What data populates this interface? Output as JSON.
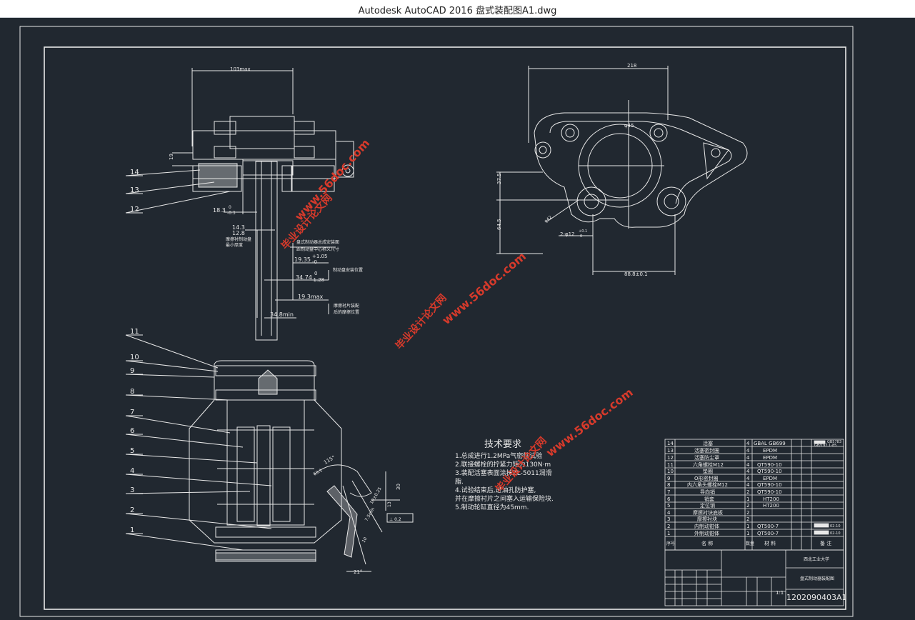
{
  "window": {
    "title": "Autodesk AutoCAD 2016     盘式装配图A1.dwg"
  },
  "dims": {
    "d103": "103max",
    "d19": "19",
    "d183": "18.3",
    "d183tol": "0",
    "d183tol2": "-0.3",
    "d143": "14.3",
    "d128": "12.8",
    "note_wear1": "摩擦衬制动盘",
    "note_wear2": "最小厚度",
    "note_center1": "盘式制动器总成安装面",
    "note_center2": "距制动盘中心称义尺寸",
    "d1935": "19.35",
    "d1935tol": "+1.05",
    "d1935tol2": "-0",
    "d3474": "34.74",
    "d3474tol": "0",
    "d3474tol2": "-1.28",
    "note_mount": "制动盘安装位置",
    "d193max": "19.3max",
    "note_pad1": "摩擦衬片装配",
    "note_pad2": "后的摩擦位置",
    "d348min": "34.8min",
    "d218": "218",
    "d45": "φ45",
    "d375": "37.5",
    "d645": "64.5",
    "d42": "φ42",
    "d12": "2-φ12",
    "d12tol": "+0.1",
    "d12tol2": "0",
    "d888": "88.8±0.1",
    "d115": "115°",
    "d63": "63.1",
    "d30": "30",
    "d13": "13",
    "d10": "10",
    "d75": "7.5min",
    "d1025": "10±0.25",
    "d02": "⊥ 0.2",
    "d21": "21°"
  },
  "leaders": [
    "14",
    "13",
    "12",
    "11",
    "10",
    "9",
    "8",
    "7",
    "6",
    "5",
    "4",
    "3",
    "2",
    "1"
  ],
  "tech": {
    "title": "技术要求",
    "lines": [
      "1.总成进行1.2MPa气密性试验",
      "2.联接螺栓的拧紧力矩为130N·m",
      "3.装配活塞表面涂抹ZL-5011润滑",
      "脂.",
      "4.试验结束后,进油孔防护塞,",
      "并在摩擦衬片之间塞入运输保险块.",
      "5.制动轮缸直径为45mm."
    ]
  },
  "bom": [
    {
      "no": "14",
      "name": "活塞",
      "qty": "4",
      "mat": "GBAL GB699"
    },
    {
      "no": "13",
      "name": "活塞密封圈",
      "qty": "4",
      "mat": "EPDM"
    },
    {
      "no": "12",
      "name": "活塞防尘罩",
      "qty": "4",
      "mat": "EPDM"
    },
    {
      "no": "11",
      "name": "六角螺栓M12",
      "qty": "4",
      "mat": "QT590-10"
    },
    {
      "no": "10",
      "name": "垫圈",
      "qty": "4",
      "mat": "QT590-10"
    },
    {
      "no": "9",
      "name": "O形密封圈",
      "qty": "4",
      "mat": "EPDM"
    },
    {
      "no": "8",
      "name": "内六角头螺栓M12",
      "qty": "4",
      "mat": "QT590-10"
    },
    {
      "no": "7",
      "name": "导向销",
      "qty": "2",
      "mat": "QT590-10"
    },
    {
      "no": "6",
      "name": "销套",
      "qty": "1",
      "mat": "HT200"
    },
    {
      "no": "5",
      "name": "定位销",
      "qty": "2",
      "mat": "HT200"
    },
    {
      "no": "4",
      "name": "摩擦衬块底板",
      "qty": "2",
      "mat": ""
    },
    {
      "no": "3",
      "name": "摩擦衬块",
      "qty": "2",
      "mat": ""
    },
    {
      "no": "2",
      "name": "内制动钳体",
      "qty": "1",
      "mat": "QT500-7"
    },
    {
      "no": "1",
      "name": "外制动钳体",
      "qty": "1",
      "mat": "QT500-7"
    }
  ],
  "bom_header": {
    "no": "序号",
    "name": "名  称",
    "qty": "数量",
    "mat": "材  料",
    "note": "备  注"
  },
  "std_notes": {
    "a": "GB5783",
    "b": "GB/T97.1-85",
    "c": "02-10",
    "d": "02-10"
  },
  "titleblock": {
    "school": "西北工业大学",
    "drawing": "盘式制动器装配图",
    "scale": "1:1",
    "number": "1202090403A1"
  },
  "watermark": {
    "site": "www.56doc.com",
    "cn": "毕业设计论文网"
  },
  "colors": {
    "bg": "#212830",
    "line": "#e8e8e8",
    "watermark": "#d63a2b"
  }
}
